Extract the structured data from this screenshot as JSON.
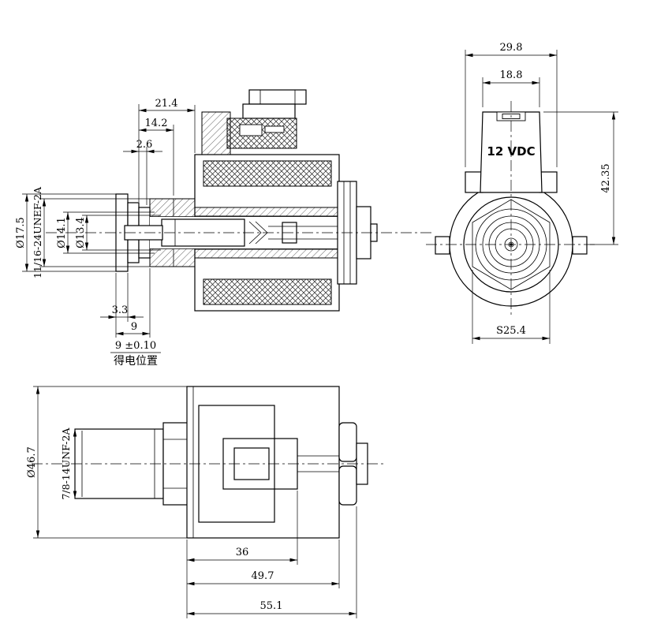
{
  "section_view": {
    "dims": {
      "len_21_4": "21.4",
      "len_14_2": "14.2",
      "len_2_6": "2.6",
      "dia_17_5": "Ø17.5",
      "thread": "11/16-24UNEF-2A",
      "dia_14_1": "Ø14.1",
      "dia_13_4": "Ø13.4",
      "len_3_3": "3.3",
      "len_9": "9",
      "stroke_tol": "9 ±0.10",
      "note_cn": "得电位置"
    }
  },
  "front_view": {
    "voltage_label": "12 VDC",
    "dims": {
      "w_29_8": "29.8",
      "w_18_8": "18.8",
      "h_42_35": "42.35",
      "s_25_4": "S25.4"
    }
  },
  "side_view": {
    "dims": {
      "dia_46_7": "Ø46.7",
      "thread": "7/8-14UNF-2A",
      "len_36": "36",
      "len_49_7": "49.7",
      "len_55_1": "55.1"
    }
  }
}
